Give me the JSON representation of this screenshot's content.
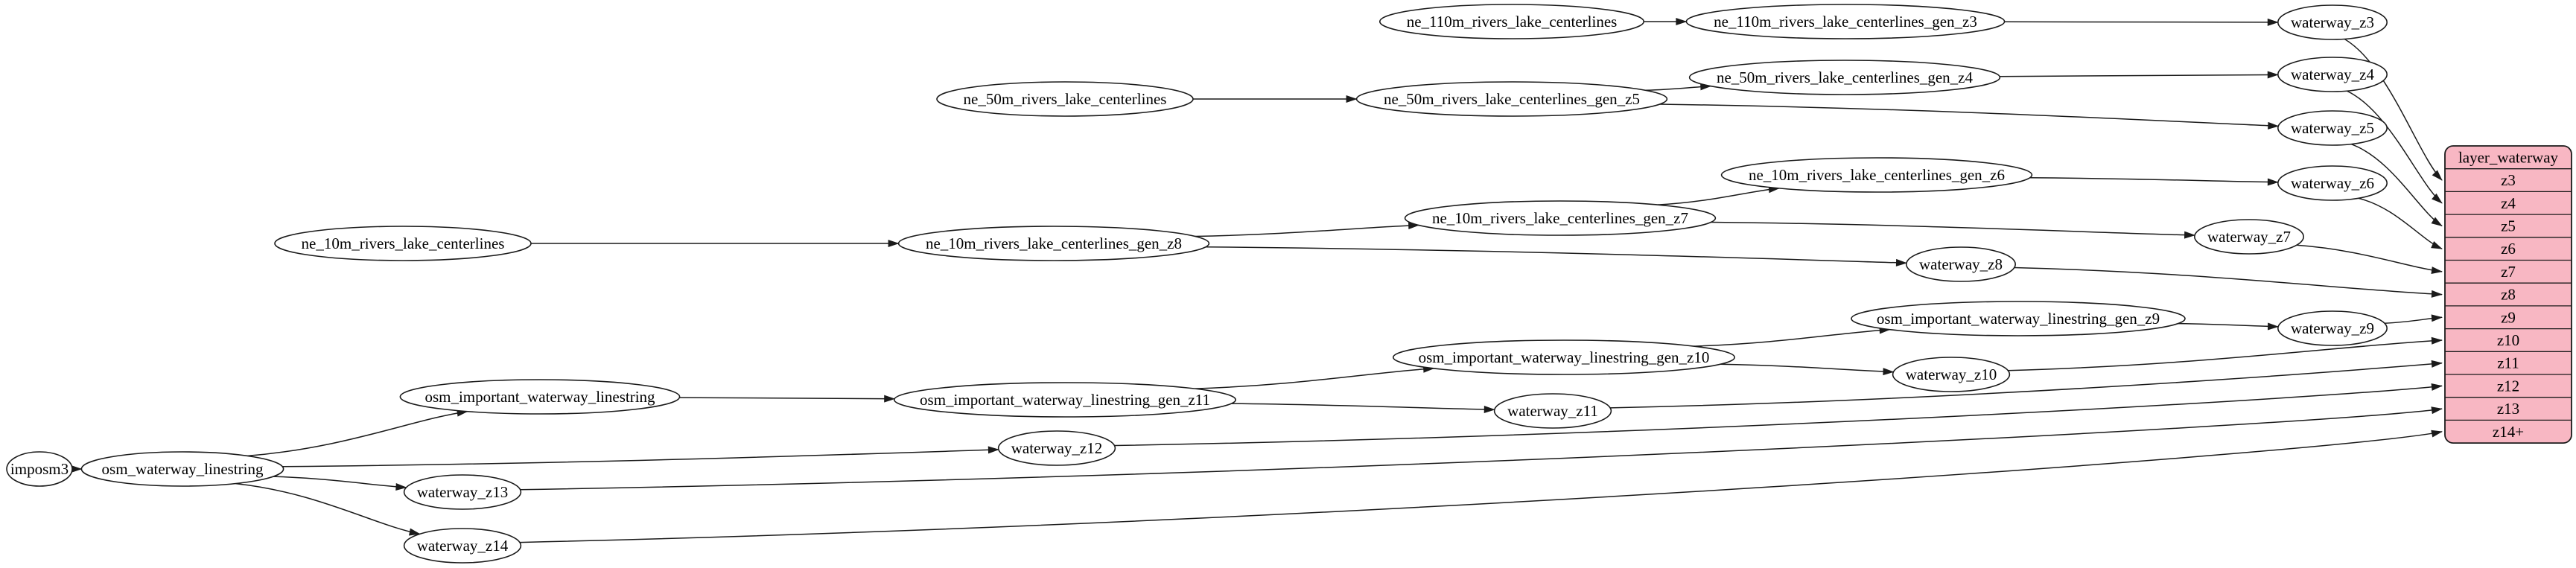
{
  "diagram": {
    "background": "#ffffff",
    "colors": {
      "node_fill": "#ffffff",
      "node_stroke": "#1a1a1a",
      "edge_stroke": "#1a1a1a",
      "table_fill": "#f8b7c3",
      "table_stroke": "#1a1a1a",
      "text": "#000000"
    },
    "nodes": [
      {
        "id": "imposm3",
        "label": "imposm3"
      },
      {
        "id": "osm_waterway_linestring",
        "label": "osm_waterway_linestring"
      },
      {
        "id": "osm_important_waterway_linestring",
        "label": "osm_important_waterway_linestring"
      },
      {
        "id": "osm_important_waterway_linestring_gen_z11",
        "label": "osm_important_waterway_linestring_gen_z11"
      },
      {
        "id": "osm_important_waterway_linestring_gen_z10",
        "label": "osm_important_waterway_linestring_gen_z10"
      },
      {
        "id": "osm_important_waterway_linestring_gen_z9",
        "label": "osm_important_waterway_linestring_gen_z9"
      },
      {
        "id": "ne_110m_rivers_lake_centerlines",
        "label": "ne_110m_rivers_lake_centerlines"
      },
      {
        "id": "ne_110m_rivers_lake_centerlines_gen_z3",
        "label": "ne_110m_rivers_lake_centerlines_gen_z3"
      },
      {
        "id": "ne_50m_rivers_lake_centerlines",
        "label": "ne_50m_rivers_lake_centerlines"
      },
      {
        "id": "ne_50m_rivers_lake_centerlines_gen_z5",
        "label": "ne_50m_rivers_lake_centerlines_gen_z5"
      },
      {
        "id": "ne_50m_rivers_lake_centerlines_gen_z4",
        "label": "ne_50m_rivers_lake_centerlines_gen_z4"
      },
      {
        "id": "ne_10m_rivers_lake_centerlines",
        "label": "ne_10m_rivers_lake_centerlines"
      },
      {
        "id": "ne_10m_rivers_lake_centerlines_gen_z8",
        "label": "ne_10m_rivers_lake_centerlines_gen_z8"
      },
      {
        "id": "ne_10m_rivers_lake_centerlines_gen_z7",
        "label": "ne_10m_rivers_lake_centerlines_gen_z7"
      },
      {
        "id": "ne_10m_rivers_lake_centerlines_gen_z6",
        "label": "ne_10m_rivers_lake_centerlines_gen_z6"
      },
      {
        "id": "waterway_z3",
        "label": "waterway_z3"
      },
      {
        "id": "waterway_z4",
        "label": "waterway_z4"
      },
      {
        "id": "waterway_z5",
        "label": "waterway_z5"
      },
      {
        "id": "waterway_z6",
        "label": "waterway_z6"
      },
      {
        "id": "waterway_z7",
        "label": "waterway_z7"
      },
      {
        "id": "waterway_z8",
        "label": "waterway_z8"
      },
      {
        "id": "waterway_z9",
        "label": "waterway_z9"
      },
      {
        "id": "waterway_z10",
        "label": "waterway_z10"
      },
      {
        "id": "waterway_z11",
        "label": "waterway_z11"
      },
      {
        "id": "waterway_z12",
        "label": "waterway_z12"
      },
      {
        "id": "waterway_z13",
        "label": "waterway_z13"
      },
      {
        "id": "waterway_z14",
        "label": "waterway_z14"
      }
    ],
    "edges": [
      {
        "from": "imposm3",
        "to": "osm_waterway_linestring"
      },
      {
        "from": "osm_waterway_linestring",
        "to": "osm_important_waterway_linestring"
      },
      {
        "from": "osm_waterway_linestring",
        "to": "waterway_z12"
      },
      {
        "from": "osm_waterway_linestring",
        "to": "waterway_z13"
      },
      {
        "from": "osm_waterway_linestring",
        "to": "waterway_z14"
      },
      {
        "from": "osm_important_waterway_linestring",
        "to": "osm_important_waterway_linestring_gen_z11"
      },
      {
        "from": "osm_important_waterway_linestring_gen_z11",
        "to": "osm_important_waterway_linestring_gen_z10"
      },
      {
        "from": "osm_important_waterway_linestring_gen_z11",
        "to": "waterway_z11"
      },
      {
        "from": "osm_important_waterway_linestring_gen_z10",
        "to": "osm_important_waterway_linestring_gen_z9"
      },
      {
        "from": "osm_important_waterway_linestring_gen_z10",
        "to": "waterway_z10"
      },
      {
        "from": "osm_important_waterway_linestring_gen_z9",
        "to": "waterway_z9"
      },
      {
        "from": "ne_110m_rivers_lake_centerlines",
        "to": "ne_110m_rivers_lake_centerlines_gen_z3"
      },
      {
        "from": "ne_110m_rivers_lake_centerlines_gen_z3",
        "to": "waterway_z3"
      },
      {
        "from": "ne_50m_rivers_lake_centerlines",
        "to": "ne_50m_rivers_lake_centerlines_gen_z5"
      },
      {
        "from": "ne_50m_rivers_lake_centerlines_gen_z5",
        "to": "ne_50m_rivers_lake_centerlines_gen_z4"
      },
      {
        "from": "ne_50m_rivers_lake_centerlines_gen_z5",
        "to": "waterway_z5"
      },
      {
        "from": "ne_50m_rivers_lake_centerlines_gen_z4",
        "to": "waterway_z4"
      },
      {
        "from": "ne_10m_rivers_lake_centerlines",
        "to": "ne_10m_rivers_lake_centerlines_gen_z8"
      },
      {
        "from": "ne_10m_rivers_lake_centerlines_gen_z8",
        "to": "ne_10m_rivers_lake_centerlines_gen_z7"
      },
      {
        "from": "ne_10m_rivers_lake_centerlines_gen_z8",
        "to": "waterway_z8"
      },
      {
        "from": "ne_10m_rivers_lake_centerlines_gen_z7",
        "to": "ne_10m_rivers_lake_centerlines_gen_z6"
      },
      {
        "from": "ne_10m_rivers_lake_centerlines_gen_z7",
        "to": "waterway_z7"
      },
      {
        "from": "ne_10m_rivers_lake_centerlines_gen_z6",
        "to": "waterway_z6"
      },
      {
        "from": "waterway_z3",
        "to": "layer_waterway",
        "port": "z3"
      },
      {
        "from": "waterway_z4",
        "to": "layer_waterway",
        "port": "z4"
      },
      {
        "from": "waterway_z5",
        "to": "layer_waterway",
        "port": "z5"
      },
      {
        "from": "waterway_z6",
        "to": "layer_waterway",
        "port": "z6"
      },
      {
        "from": "waterway_z7",
        "to": "layer_waterway",
        "port": "z7"
      },
      {
        "from": "waterway_z8",
        "to": "layer_waterway",
        "port": "z8"
      },
      {
        "from": "waterway_z9",
        "to": "layer_waterway",
        "port": "z9"
      },
      {
        "from": "waterway_z10",
        "to": "layer_waterway",
        "port": "z10"
      },
      {
        "from": "waterway_z11",
        "to": "layer_waterway",
        "port": "z11"
      },
      {
        "from": "waterway_z12",
        "to": "layer_waterway",
        "port": "z12"
      },
      {
        "from": "waterway_z13",
        "to": "layer_waterway",
        "port": "z13"
      },
      {
        "from": "waterway_z14",
        "to": "layer_waterway",
        "port": "z14+"
      }
    ],
    "table": {
      "id": "layer_waterway",
      "title": "layer_waterway",
      "rows": [
        "z3",
        "z4",
        "z5",
        "z6",
        "z7",
        "z8",
        "z9",
        "z10",
        "z11",
        "z12",
        "z13",
        "z14+"
      ]
    }
  }
}
